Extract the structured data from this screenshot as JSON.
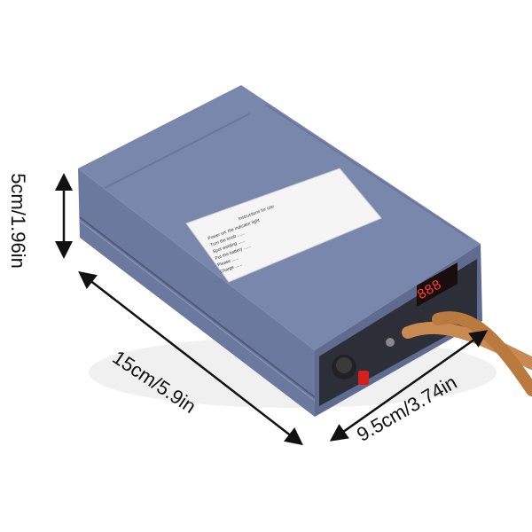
{
  "image": {
    "subject": "spot-welder-box",
    "colors": {
      "background": "#ffffff",
      "case_top": "#7a87ad",
      "case_left": "#6c799e",
      "case_front": "#5f6c90",
      "panel": "#2c2f38",
      "label_sticker": "#f5f5f5",
      "cable_copper": "#c98a52",
      "knob": "#222222",
      "button_red": "#d8201b",
      "arrow": "#111111"
    }
  },
  "dimensions": {
    "height_label": "5cm/1.96in",
    "length_label": "15cm/5.9in",
    "width_label": "9.5cm/3.74in"
  },
  "sticker": {
    "title": "Instructions for use",
    "lines": [
      "Power on: the indicator light",
      "Turn the knob ......",
      "Spot welding ......",
      "Put the battery ......",
      "Please ......",
      "Charge ......"
    ]
  },
  "panel": {
    "display_digits": "888"
  }
}
